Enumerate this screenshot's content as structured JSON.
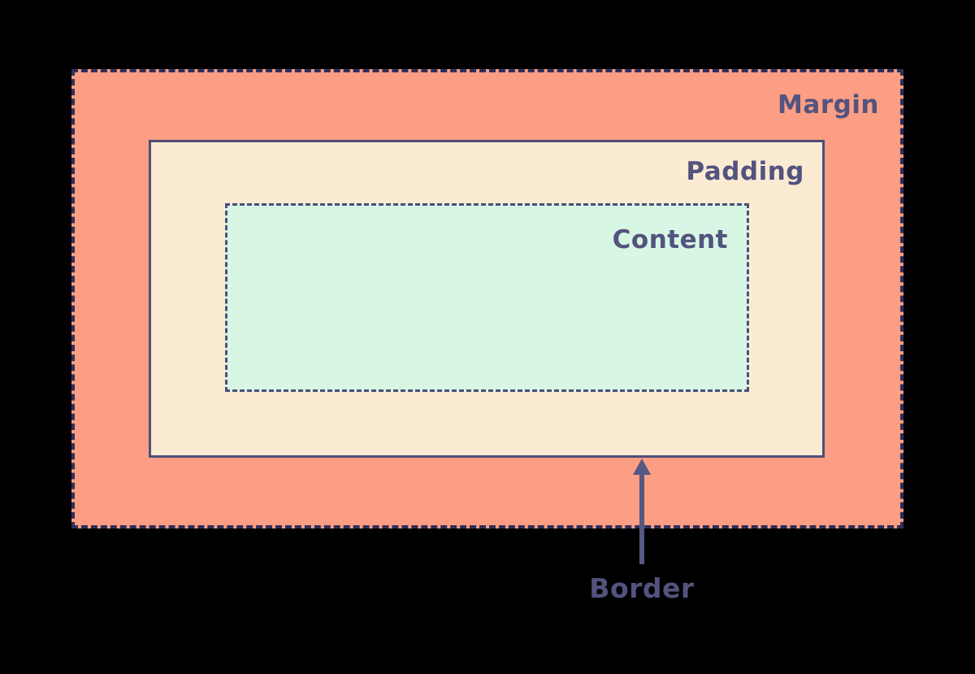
{
  "diagram": {
    "title": "CSS box model diagram",
    "background_color": "#000000",
    "text_color": "#53537F",
    "boxes": {
      "margin": {
        "label": "Margin",
        "fill": "#FC9E83",
        "border_color": "#2F2F5C",
        "border_style": "dashed"
      },
      "padding": {
        "label": "Padding",
        "fill": "#FCEBD3",
        "border_color": "#4E4E79",
        "border_style": "solid"
      },
      "content": {
        "label": "Content",
        "fill": "#D7F7E4",
        "border_color": "#4E4E79",
        "border_style": "dashed"
      }
    },
    "callout": {
      "label": "Border",
      "arrow_color": "#575784",
      "arrow_direction": "up",
      "points_to": "padding box bottom border"
    }
  }
}
